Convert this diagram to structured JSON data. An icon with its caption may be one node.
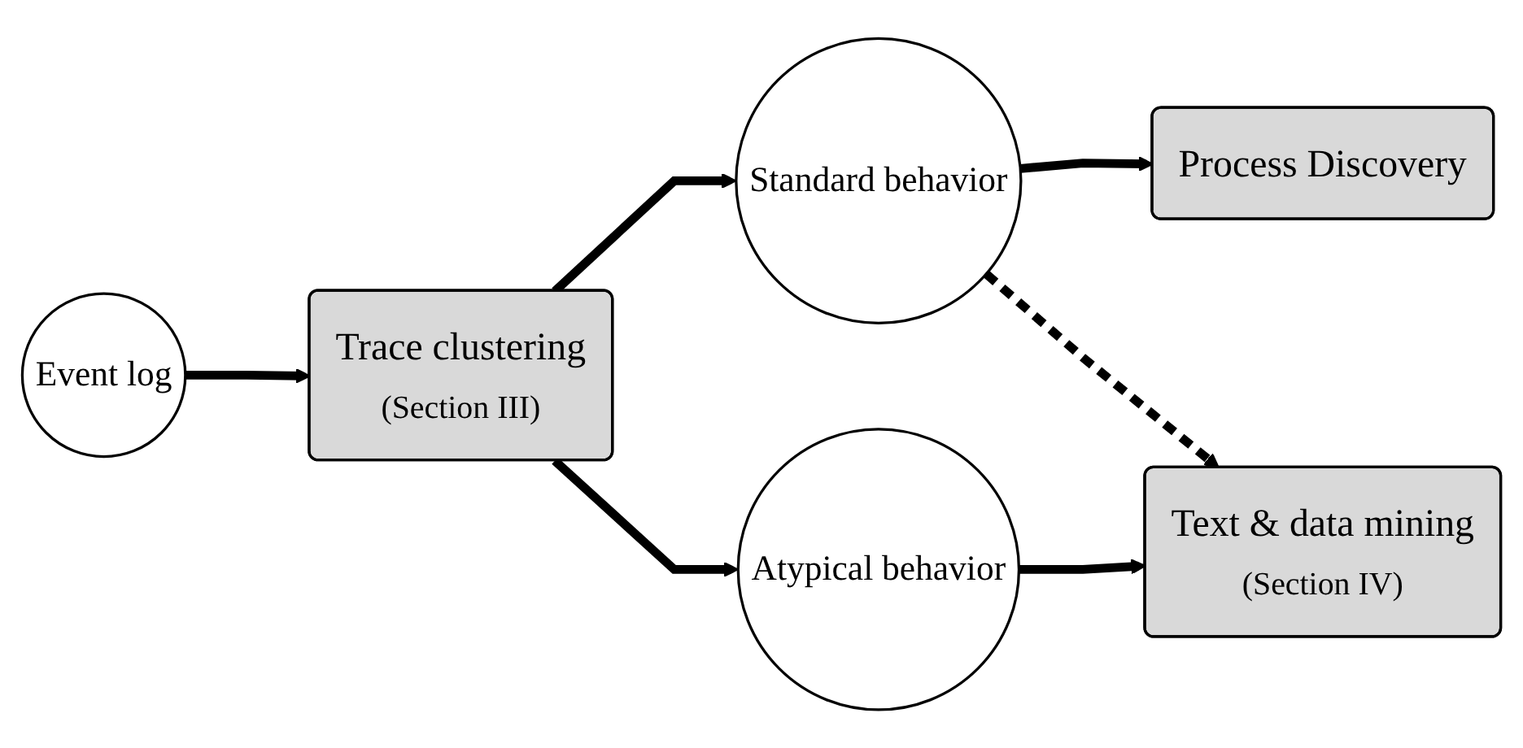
{
  "diagram": {
    "nodes": [
      {
        "text": [
          "Event log"
        ]
      },
      {
        "text": [
          "Trace clustering",
          "(Section III)"
        ]
      },
      {
        "text": [
          "Standard behavior"
        ]
      },
      {
        "text": [
          "Atypical behavior"
        ]
      },
      {
        "text": [
          "Process Discovery"
        ]
      },
      {
        "text": [
          "Text & data mining",
          "(Section IV)"
        ]
      }
    ],
    "edges": [
      {
        "from": 0,
        "to": 1,
        "arrow": "to"
      },
      {
        "from": 1,
        "to": 2,
        "arrow": "to"
      },
      {
        "from": 1,
        "to": 3,
        "arrow": "to"
      },
      {
        "from": 2,
        "to": 4,
        "arrow": "to"
      },
      {
        "from": 2,
        "to": 5,
        "arrow": "to",
        "style": "dashed"
      },
      {
        "from": 3,
        "to": 5,
        "arrow": "to"
      }
    ]
  }
}
